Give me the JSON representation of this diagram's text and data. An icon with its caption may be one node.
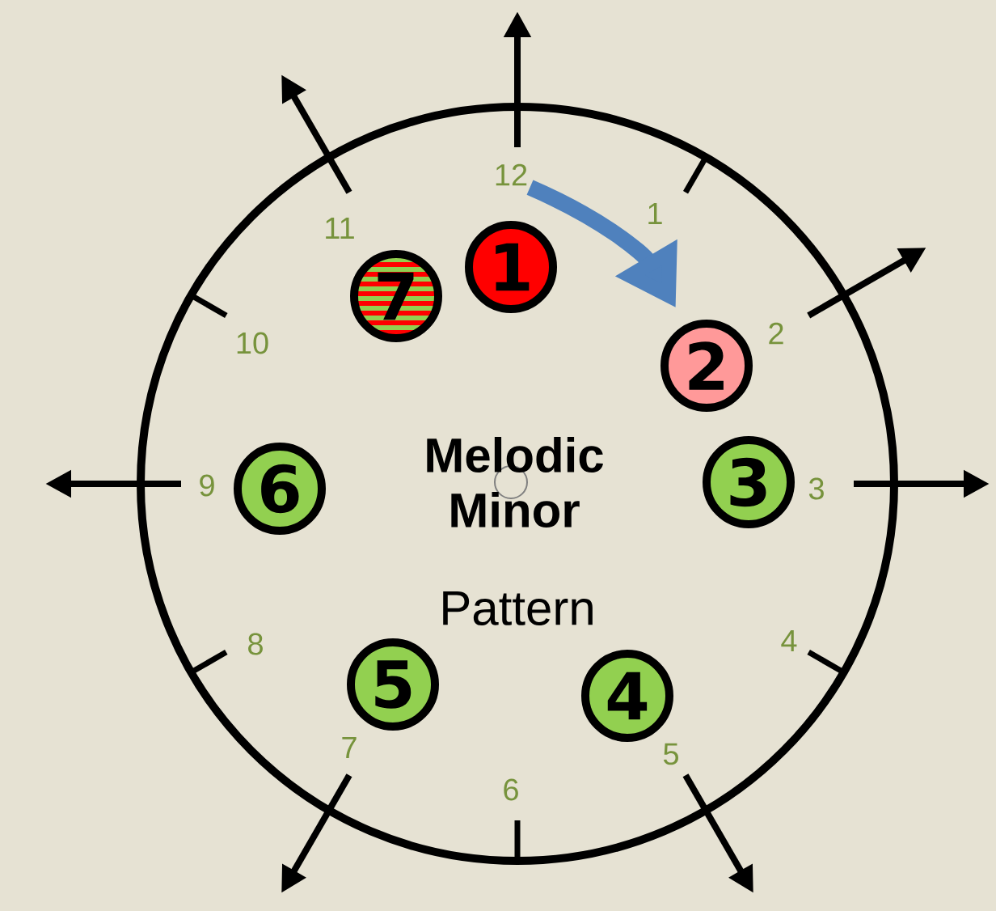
{
  "diagram": {
    "nodes": [
      {
        "text": [
          "Melodic Minor",
          "Pattern"
        ]
      },
      {
        "text": [
          "1"
        ],
        "in": 0
      },
      {
        "text": [
          "7"
        ],
        "in": 0
      },
      {
        "text": [
          "2"
        ],
        "in": 0
      },
      {
        "text": [
          "6"
        ],
        "in": 0
      },
      {
        "text": [
          "3"
        ],
        "in": 0
      },
      {
        "text": [
          "5"
        ],
        "in": 0
      },
      {
        "text": [
          "4"
        ],
        "in": 0
      },
      {
        "text": [
          "12"
        ],
        "in": 0
      }
    ],
    "edges": [
      {
        "from": 8,
        "to": 3,
        "arrow": "to",
        "color": "#4f81bd"
      }
    ],
    "labels": [
      "1",
      "2",
      "3",
      "4",
      "5",
      "6",
      "7",
      "8",
      "9",
      "10",
      "11"
    ]
  }
}
